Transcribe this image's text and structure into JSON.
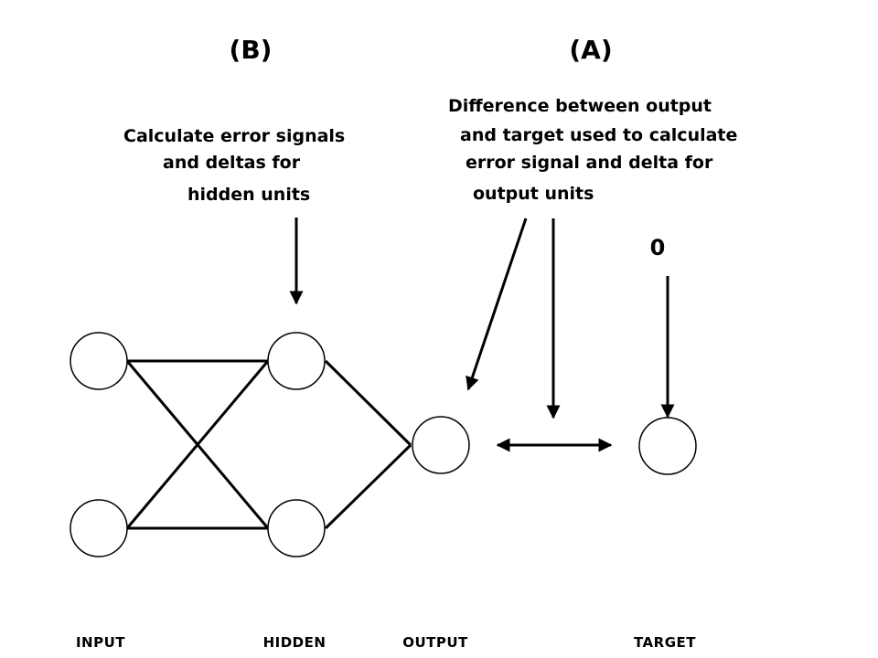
{
  "labels": {
    "b": "(B)",
    "a": "(A)"
  },
  "hidden_note": {
    "lines": [
      "Calculate error signals",
      "and deltas for",
      "hidden units"
    ]
  },
  "output_note": {
    "lines": [
      "Difference between output",
      "and target used to calculate",
      "error signal and delta for",
      "output units"
    ]
  },
  "target_value": "0",
  "layers": {
    "input": "INPUT",
    "hidden": "HIDDEN",
    "output": "OUTPUT",
    "target": "TARGET"
  },
  "colors": {
    "ink": "#000000",
    "background": "#ffffff"
  }
}
